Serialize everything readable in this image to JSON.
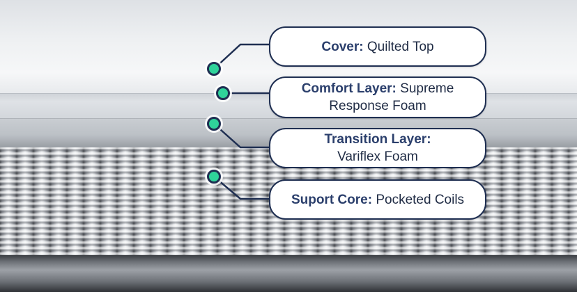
{
  "colors": {
    "accent_dot": "#2fd39a",
    "outline_navy": "#1f2f52",
    "term_text": "#2b3f6c",
    "label_bg": "#ffffff"
  },
  "callouts": [
    {
      "term": "Cover:",
      "description": "Quilted Top"
    },
    {
      "term": "Comfort Layer:",
      "description": "Supreme Response Foam"
    },
    {
      "term": "Transition Layer:",
      "description": "Variflex Foam"
    },
    {
      "term": "Suport Core:",
      "description": "Pocketed Coils"
    }
  ]
}
